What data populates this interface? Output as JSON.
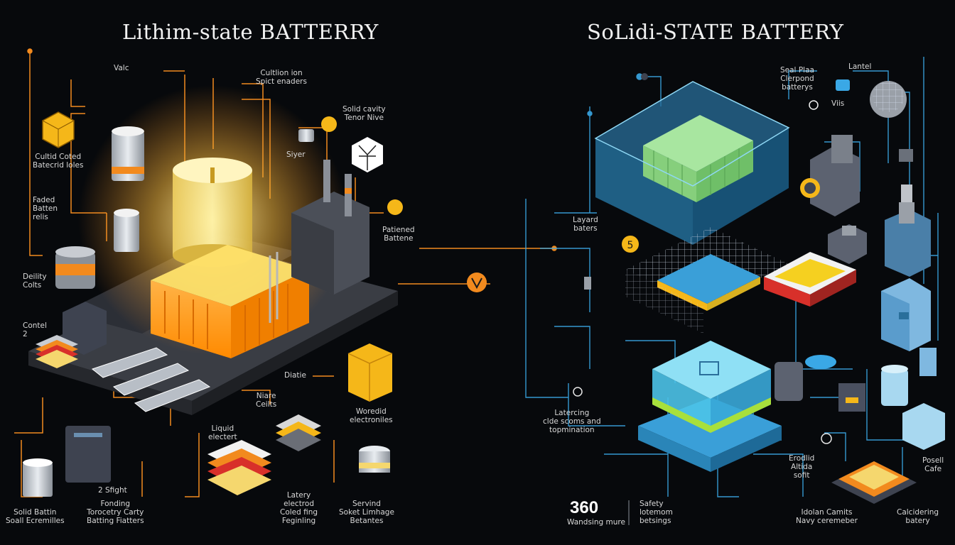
{
  "titles": {
    "left": "Lithim-state BATTERRY",
    "right": "SoLidi-STATE BATTERY"
  },
  "left_labels": {
    "valc": "Valc",
    "cultlion": "Cultlion ion\nSpict enaders",
    "solid_cavity": "Solid cavity\nTenor Nive",
    "siyer": "Siyer",
    "cultid_coted": "Cultid Coted\nBatecrid loles",
    "faded": "Faded\nBatten\nrelis",
    "patiened": "Patiened\nBattene",
    "deility": "Deility\nColts",
    "contel": "Contel\n2",
    "diatie": "Diatie",
    "niare": "Niare\nCeilts",
    "woredid": "Woredid\nelectroniles",
    "liquid": "Liquid\nelectert",
    "two_fight": "2 Sfight",
    "solid_batten": "Solid Battin\nSoall Ecremilles",
    "fonding": "Fonding\nTorocetry Carty\nBatting Fiatters",
    "latery": "Latery\nelectrod\nColed fing\nFeginling",
    "servind": "Servind\nSoket Limhage\nBetantes"
  },
  "right_labels": {
    "seal_plaa": "Seal Plaa\nClerpond\nbatterys",
    "lantel": "Lantel",
    "viis": "Viis",
    "layard": "Layard\nbaters",
    "latercing": "Latercing\nclde scoms and\ntopmination",
    "erodlid": "Erodlid\nAltida\nsofit",
    "posell": "Posell\nCafe",
    "big_number": "360",
    "wandsing": "Wandsing mure",
    "safety": "Safety\nlotemom\nbetsings",
    "idolan": "Idolan Camits\nNavy ceremeber",
    "calcidering": "Calcidering\nbatery"
  },
  "icons": {
    "connector": "v-in-circle-icon",
    "gear": "five-badge-icon"
  },
  "colors": {
    "background": "#07090c",
    "accent_orange": "#f28a1e",
    "accent_blue": "#3aa8e6",
    "glow_yellow": "#f5d76e",
    "cyan_glass": "#6fd3f2"
  }
}
